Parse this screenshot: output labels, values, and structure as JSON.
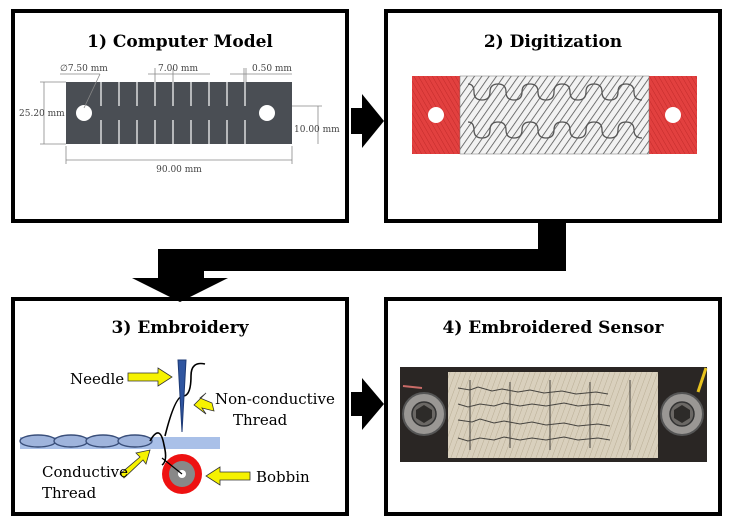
{
  "panels": [
    {
      "title": "1) Computer Model"
    },
    {
      "title": "2) Digitization"
    },
    {
      "title": "3) Embroidery"
    },
    {
      "title": "4) Embroidered Sensor"
    }
  ],
  "dimensions": {
    "hole": "∅7.50 mm",
    "gap": "7.00 mm",
    "slit": "0.50 mm",
    "height": "25.20 mm",
    "tab": "10.00 mm",
    "length": "90.00 mm"
  },
  "embroidery_labels": {
    "needle": "Needle",
    "nonconductive_1": "Non-conductive",
    "nonconductive_2": "Thread",
    "conductive_1": "Conductive",
    "conductive_2": "Thread",
    "bobbin": "Bobbin"
  },
  "colors": {
    "red": "#e2403f",
    "bobbin_red": "#ee1111",
    "arrow_yellow": "#f6f200",
    "needle_blue": "#2f55a0",
    "fabric_blue": "#a9c0e8",
    "model_gray": "#4a4e54"
  }
}
